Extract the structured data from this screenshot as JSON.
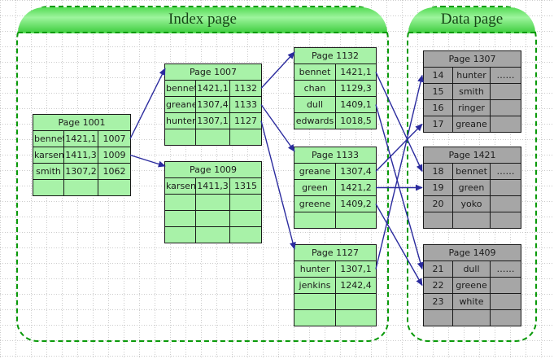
{
  "index_section": {
    "title": "Index page"
  },
  "data_section": {
    "title": "Data page"
  },
  "index_pages": [
    {
      "id": "p1001",
      "title": "Page 1001",
      "rows": [
        [
          "bennet",
          "1421,1",
          "1007"
        ],
        [
          "karsen",
          "1411,3",
          "1009"
        ],
        [
          "smith",
          "1307,2",
          "1062"
        ],
        [
          "",
          "",
          ""
        ]
      ]
    },
    {
      "id": "p1007",
      "title": "Page 1007",
      "rows": [
        [
          "bennet",
          "1421,1",
          "1132"
        ],
        [
          "greane",
          "1307,4",
          "1133"
        ],
        [
          "hunter",
          "1307,1",
          "1127"
        ],
        [
          "",
          "",
          ""
        ]
      ]
    },
    {
      "id": "p1009",
      "title": "Page 1009",
      "rows": [
        [
          "karsen",
          "1411,3",
          "1315"
        ],
        [
          "",
          "",
          ""
        ],
        [
          "",
          "",
          ""
        ],
        [
          "",
          "",
          ""
        ]
      ]
    },
    {
      "id": "p1132",
      "title": "Page 1132",
      "rows": [
        [
          "bennet",
          "1421,1"
        ],
        [
          "chan",
          "1129,3"
        ],
        [
          "dull",
          "1409,1"
        ],
        [
          "edwards",
          "1018,5"
        ]
      ]
    },
    {
      "id": "p1133",
      "title": "Page 1133",
      "rows": [
        [
          "greane",
          "1307,4"
        ],
        [
          "green",
          "1421,2"
        ],
        [
          "greene",
          "1409,2"
        ],
        [
          "",
          ""
        ]
      ]
    },
    {
      "id": "p1127",
      "title": "Page 1127",
      "rows": [
        [
          "hunter",
          "1307,1"
        ],
        [
          "jenkins",
          "1242,4"
        ],
        [
          "",
          ""
        ],
        [
          "",
          ""
        ]
      ]
    }
  ],
  "data_pages": [
    {
      "id": "p1307",
      "title": "Page 1307",
      "rows": [
        [
          "14",
          "hunter",
          "……"
        ],
        [
          "15",
          "smith",
          ""
        ],
        [
          "16",
          "ringer",
          ""
        ],
        [
          "17",
          "greane",
          ""
        ]
      ]
    },
    {
      "id": "p1421",
      "title": "Page 1421",
      "rows": [
        [
          "18",
          "bennet",
          "……"
        ],
        [
          "19",
          "green",
          ""
        ],
        [
          "20",
          "yoko",
          ""
        ],
        [
          "",
          "",
          ""
        ]
      ]
    },
    {
      "id": "p1409",
      "title": "Page 1409",
      "rows": [
        [
          "21",
          "dull",
          "……"
        ],
        [
          "22",
          "greene",
          ""
        ],
        [
          "23",
          "white",
          ""
        ],
        [
          "",
          "",
          ""
        ]
      ]
    }
  ],
  "connections": [
    {
      "from": {
        "page": "p1001",
        "row": 0
      },
      "to": {
        "page": "p1007",
        "anchor": "top-left"
      }
    },
    {
      "from": {
        "page": "p1001",
        "row": 1
      },
      "to": {
        "page": "p1009",
        "anchor": "top-left"
      }
    },
    {
      "from": {
        "page": "p1007",
        "row": 0
      },
      "to": {
        "page": "p1132",
        "anchor": "top-left"
      }
    },
    {
      "from": {
        "page": "p1007",
        "row": 1
      },
      "to": {
        "page": "p1133",
        "anchor": "top-left"
      }
    },
    {
      "from": {
        "page": "p1007",
        "row": 2
      },
      "to": {
        "page": "p1127",
        "anchor": "top-left"
      }
    },
    {
      "from": {
        "page": "p1132",
        "row": 0
      },
      "to": {
        "page": "p1421",
        "row": 0
      }
    },
    {
      "from": {
        "page": "p1132",
        "row": 2
      },
      "to": {
        "page": "p1409",
        "row": 0
      }
    },
    {
      "from": {
        "page": "p1133",
        "row": 0
      },
      "to": {
        "page": "p1307",
        "row": 3
      }
    },
    {
      "from": {
        "page": "p1133",
        "row": 1
      },
      "to": {
        "page": "p1421",
        "row": 1
      }
    },
    {
      "from": {
        "page": "p1133",
        "row": 2
      },
      "to": {
        "page": "p1409",
        "row": 1
      }
    },
    {
      "from": {
        "page": "p1127",
        "row": 0
      },
      "to": {
        "page": "p1307",
        "row": 0
      }
    }
  ],
  "colors": {
    "index_cell_fill": "#a8f2a8",
    "data_cell_fill": "#a6a6a6",
    "arrow": "#2b2b9e",
    "container_border": "#0a9a0a",
    "grid": "#cbcbcb"
  }
}
